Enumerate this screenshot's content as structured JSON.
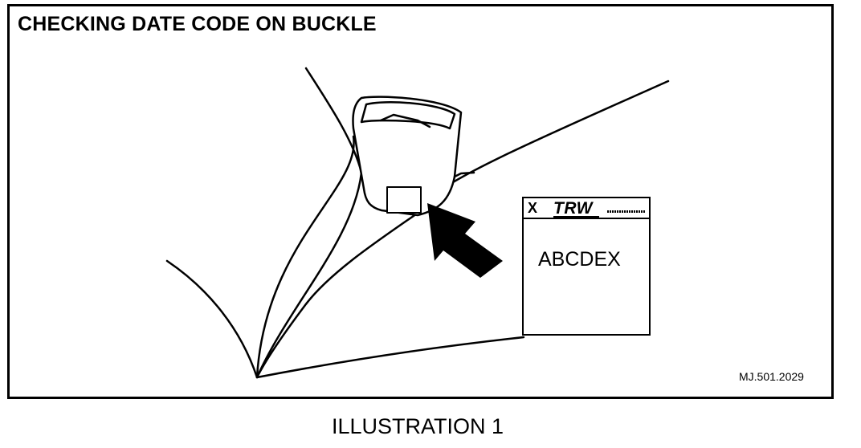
{
  "diagram": {
    "title": "CHECKING DATE CODE ON BUCKLE",
    "reference_code": "MJ.501.2029",
    "caption": "ILLUSTRATION 1"
  },
  "date_label": {
    "mark": "X",
    "brand": "TRW",
    "date_code": "ABCDEX"
  },
  "icons": {
    "pointer": "arrow-pointer-icon",
    "buckle": "seat-belt-buckle-icon"
  },
  "colors": {
    "ink": "#000000",
    "paper": "#ffffff"
  }
}
